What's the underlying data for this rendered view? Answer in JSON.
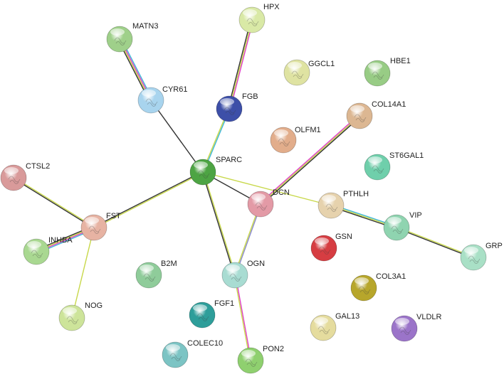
{
  "network": {
    "proteins": [
      {
        "id": "HPX",
        "label": "HPX",
        "color": "#d9e9a6"
      },
      {
        "id": "MATN3",
        "label": "MATN3",
        "color": "#9fd08a"
      },
      {
        "id": "GGCL1",
        "label": "GGCL1",
        "color": "#dfe3a2"
      },
      {
        "id": "HBE1",
        "label": "HBE1",
        "color": "#98cc85"
      },
      {
        "id": "CYR61",
        "label": "CYR61",
        "color": "#a8d4ee"
      },
      {
        "id": "FGB",
        "label": "FGB",
        "color": "#3d4fa8"
      },
      {
        "id": "COL14A1",
        "label": "COL14A1",
        "color": "#dcb792"
      },
      {
        "id": "OLFM1",
        "label": "OLFM1",
        "color": "#e2ad8b"
      },
      {
        "id": "ST6GAL1",
        "label": "ST6GAL1",
        "color": "#6fcfab"
      },
      {
        "id": "CTSL2",
        "label": "CTSL2",
        "color": "#d99a9a"
      },
      {
        "id": "SPARC",
        "label": "SPARC",
        "color": "#4da443"
      },
      {
        "id": "DCN",
        "label": "DCN",
        "color": "#e39aa6"
      },
      {
        "id": "PTHLH",
        "label": "PTHLH",
        "color": "#e6d2ad"
      },
      {
        "id": "FST",
        "label": "FST",
        "color": "#e7b3a3"
      },
      {
        "id": "VIP",
        "label": "VIP",
        "color": "#8fd4b0"
      },
      {
        "id": "GSN",
        "label": "GSN",
        "color": "#d63d42"
      },
      {
        "id": "INHBA",
        "label": "INHBA",
        "color": "#a9d891"
      },
      {
        "id": "GRP",
        "label": "GRP",
        "color": "#a9e0c6"
      },
      {
        "id": "B2M",
        "label": "B2M",
        "color": "#8fcc9a"
      },
      {
        "id": "OGN",
        "label": "OGN",
        "color": "#a8dcd2"
      },
      {
        "id": "COL3A1",
        "label": "COL3A1",
        "color": "#b7a62b"
      },
      {
        "id": "FGF1",
        "label": "FGF1",
        "color": "#2e9e9a"
      },
      {
        "id": "NOG",
        "label": "NOG",
        "color": "#cde49a"
      },
      {
        "id": "GAL13",
        "label": "GAL13",
        "color": "#e5dc9e"
      },
      {
        "id": "VLDLR",
        "label": "VLDLR",
        "color": "#9b74c9"
      },
      {
        "id": "COLEC10",
        "label": "COLEC10",
        "color": "#7cc4c4"
      },
      {
        "id": "PON2",
        "label": "PON2",
        "color": "#8fd06f"
      }
    ],
    "interactions": [
      {
        "source": "HPX",
        "target": "FGB",
        "evidence": [
          "#e040c8",
          "#c8d84a",
          "#333333"
        ]
      },
      {
        "source": "MATN3",
        "target": "CYR61",
        "evidence": [
          "#3fb6d6",
          "#e040c8",
          "#c8d84a",
          "#333333"
        ]
      },
      {
        "source": "CYR61",
        "target": "SPARC",
        "evidence": [
          "#333333"
        ]
      },
      {
        "source": "FGB",
        "target": "SPARC",
        "evidence": [
          "#3fb6d6",
          "#c8d84a"
        ]
      },
      {
        "source": "SPARC",
        "target": "FST",
        "evidence": [
          "#c8d84a",
          "#333333"
        ]
      },
      {
        "source": "SPARC",
        "target": "DCN",
        "evidence": [
          "#333333"
        ]
      },
      {
        "source": "SPARC",
        "target": "OGN",
        "evidence": [
          "#c8d84a",
          "#333333"
        ]
      },
      {
        "source": "SPARC",
        "target": "PTHLH",
        "evidence": [
          "#c8d84a"
        ]
      },
      {
        "source": "DCN",
        "target": "COL14A1",
        "evidence": [
          "#e040c8",
          "#c8d84a",
          "#333333"
        ]
      },
      {
        "source": "DCN",
        "target": "OGN",
        "evidence": [
          "#8888cc",
          "#c8d84a"
        ]
      },
      {
        "source": "CTSL2",
        "target": "FST",
        "evidence": [
          "#c8d84a",
          "#333333"
        ]
      },
      {
        "source": "FST",
        "target": "INHBA",
        "evidence": [
          "#3fb6d6",
          "#e040c8",
          "#c8d84a",
          "#333333"
        ]
      },
      {
        "source": "FST",
        "target": "NOG",
        "evidence": [
          "#c8d84a"
        ]
      },
      {
        "source": "PTHLH",
        "target": "VIP",
        "evidence": [
          "#3fb6d6",
          "#c8d84a",
          "#333333"
        ]
      },
      {
        "source": "VIP",
        "target": "GRP",
        "evidence": [
          "#c8d84a",
          "#333333"
        ]
      },
      {
        "source": "OGN",
        "target": "PON2",
        "evidence": [
          "#e040c8",
          "#c8d84a"
        ]
      }
    ]
  }
}
